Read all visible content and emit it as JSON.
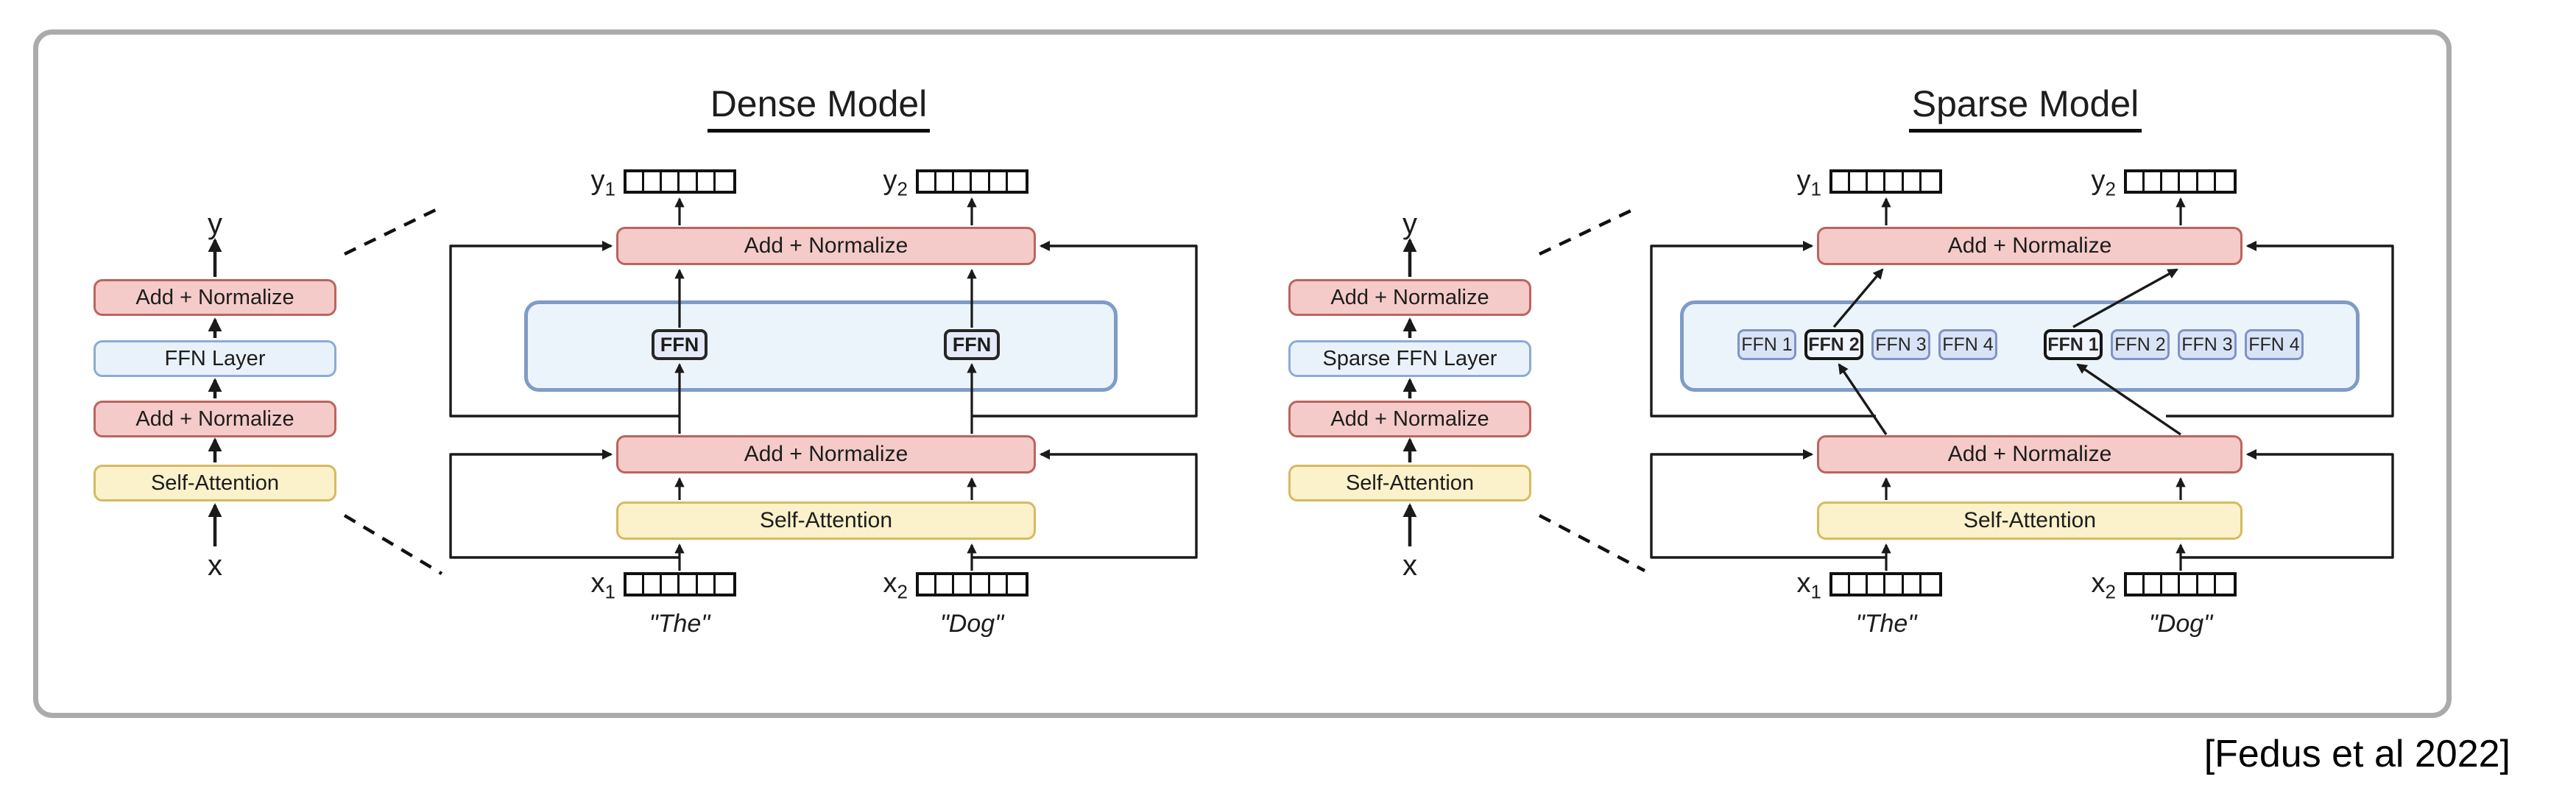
{
  "figure": {
    "caption": "[Fedus et al 2022]"
  },
  "colors": {
    "frame_border": "#ababab",
    "add_normalize_fill": "#f4cbc8",
    "add_normalize_border": "#bb645e",
    "ffn_layer_fill": "#e9f2fb",
    "ffn_layer_border": "#8cabd3",
    "self_attention_fill": "#fbf1ca",
    "self_attention_border": "#d6ba62",
    "ffn_container_fill": "#ecf4fb",
    "ffn_container_border": "#7e9cc6",
    "ffn_box_fill": "#e4eaf7",
    "ffn_box_border": "#272727",
    "expert_fill": "#d9e3f6",
    "expert_border": "#8093c6",
    "expert_selected_border": "#161616",
    "line_color": "#1a1a1a"
  },
  "dense": {
    "title": "Dense Model",
    "stack": {
      "output_label": "y",
      "input_label": "x",
      "layers": [
        "Add + Normalize",
        "FFN Layer",
        "Add + Normalize",
        "Self-Attention"
      ]
    },
    "diagram": {
      "top_add_normalize": "Add + Normalize",
      "bottom_add_normalize": "Add + Normalize",
      "self_attention": "Self-Attention",
      "ffn_left": "FFN",
      "ffn_right": "FFN",
      "output1": {
        "base": "y",
        "sub": "1"
      },
      "output2": {
        "base": "y",
        "sub": "2"
      },
      "input1": {
        "base": "x",
        "sub": "1",
        "word": "\"The\""
      },
      "input2": {
        "base": "x",
        "sub": "2",
        "word": "\"Dog\""
      }
    }
  },
  "sparse": {
    "title": "Sparse Model",
    "stack": {
      "output_label": "y",
      "input_label": "x",
      "layers": [
        "Add + Normalize",
        "Sparse FFN Layer",
        "Add + Normalize",
        "Self-Attention"
      ]
    },
    "diagram": {
      "top_add_normalize": "Add + Normalize",
      "bottom_add_normalize": "Add + Normalize",
      "self_attention": "Self-Attention",
      "experts_group1": [
        {
          "label": "FFN 1",
          "selected": false
        },
        {
          "label": "FFN 2",
          "selected": true
        },
        {
          "label": "FFN 3",
          "selected": false
        },
        {
          "label": "FFN 4",
          "selected": false
        }
      ],
      "experts_group2": [
        {
          "label": "FFN 1",
          "selected": true
        },
        {
          "label": "FFN 2",
          "selected": false
        },
        {
          "label": "FFN 3",
          "selected": false
        },
        {
          "label": "FFN 4",
          "selected": false
        }
      ],
      "output1": {
        "base": "y",
        "sub": "1"
      },
      "output2": {
        "base": "y",
        "sub": "2"
      },
      "input1": {
        "base": "x",
        "sub": "1",
        "word": "\"The\""
      },
      "input2": {
        "base": "x",
        "sub": "2",
        "word": "\"Dog\""
      }
    }
  }
}
